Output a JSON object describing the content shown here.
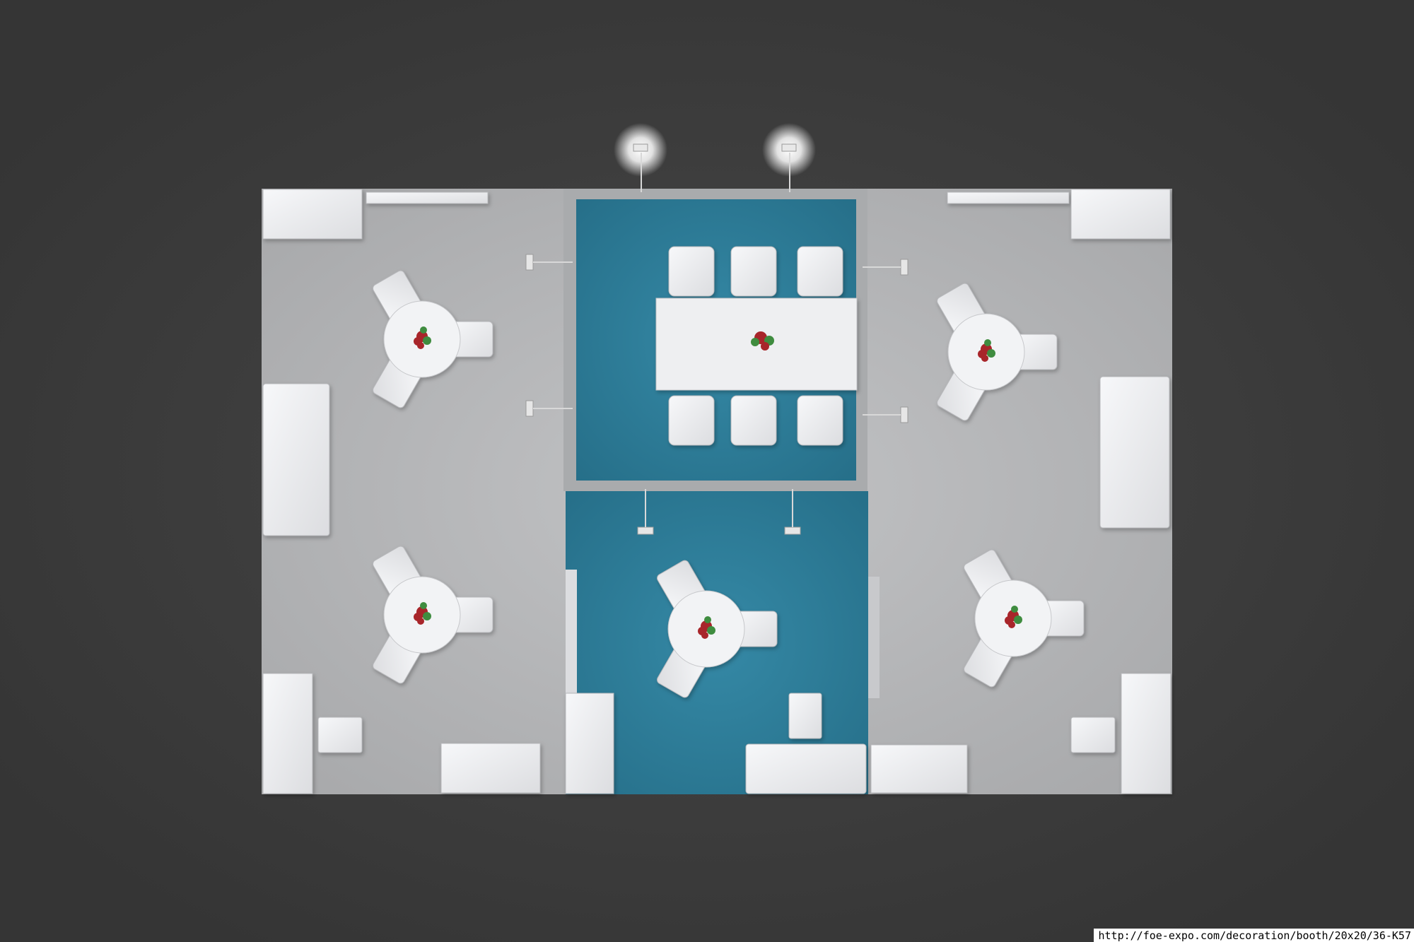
{
  "watermark": {
    "url": "http://foe-expo.com/decoration/booth/20x20/36-K57"
  },
  "colors": {
    "background": "#3c3c3c",
    "floor_grey": "#b4b4b6",
    "carpet_blue": "#2f7e9a",
    "furniture_white": "#f2f3f5",
    "wall_frame": "#a9abad",
    "spotlight_glow": "#ffffff",
    "flower_red": "#a8252a",
    "flower_green": "#3f8c3f"
  },
  "floor_plan": {
    "view": "top-down",
    "zones": [
      "grey-floor-left",
      "grey-floor-right",
      "meeting-room-carpet",
      "lounge-carpet"
    ],
    "round_table_count": 5,
    "chairs_per_round_table": 3,
    "meeting_table_chairs": 6,
    "spotlight_count": 2,
    "icons": [
      "spotlight-icon",
      "flower-vase-icon"
    ]
  }
}
